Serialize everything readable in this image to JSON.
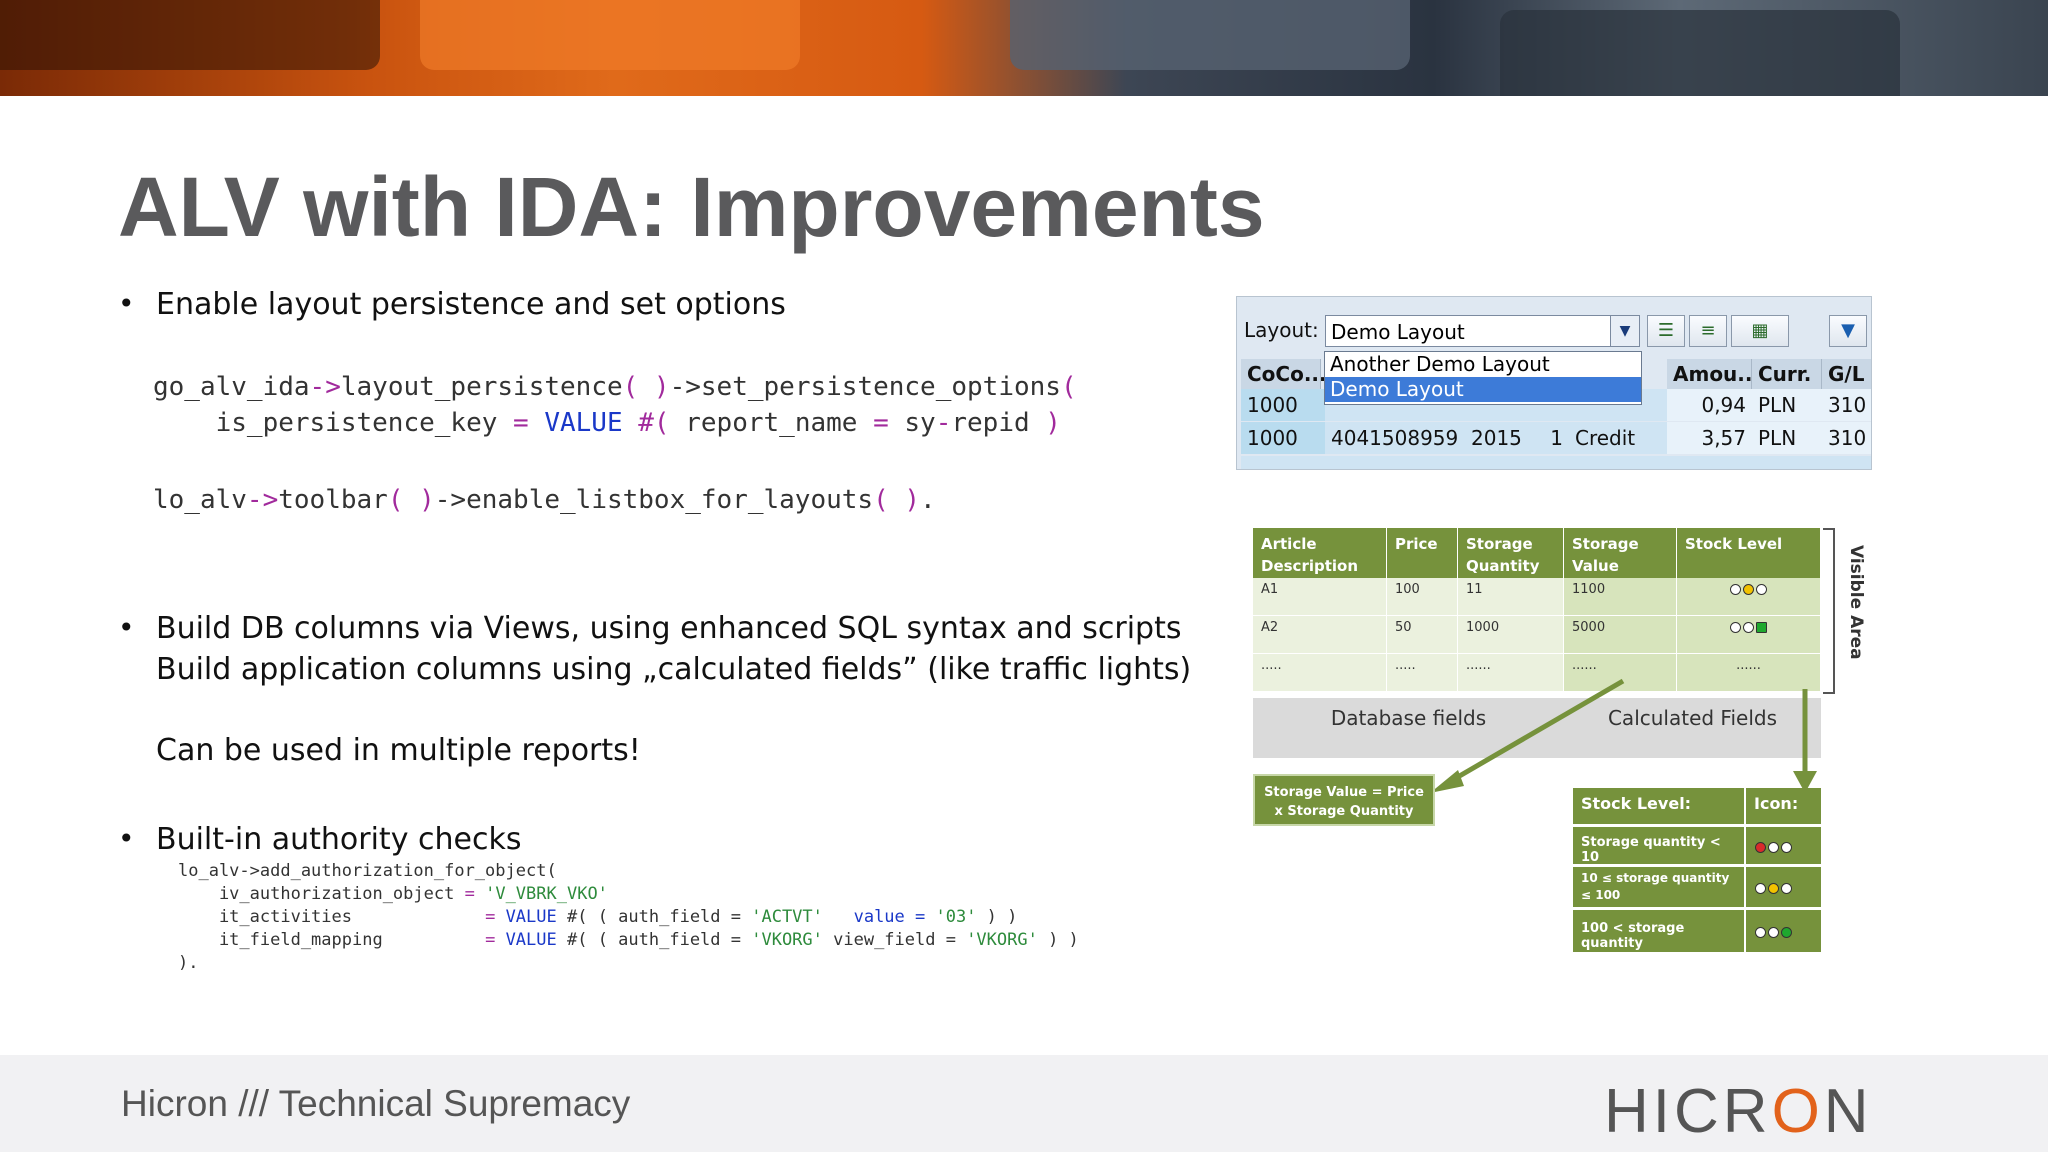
{
  "slide": {
    "title": "ALV with IDA: Improvements",
    "bullets": [
      "Enable layout persistence and set options",
      "Build DB columns via Views, using enhanced SQL syntax and scripts",
      "Build application columns using „calculated fields” (like traffic lights)",
      "Can be used in multiple reports!",
      "Built-in authority checks"
    ],
    "code1": {
      "l1_a": "go_alv_ida",
      "l1_arrow": "->",
      "l1_b": "layout_persistence",
      "l1_p1": "( )",
      "l1_c": "->set_persistence_options",
      "l1_p2": "(",
      "l2_a": "    is_persistence_key",
      "l2_eq": " = ",
      "l2_kw": "VALUE",
      "l2_hash": " #(",
      "l2_b": " report_name ",
      "l2_eq2": "=",
      "l2_c": " sy",
      "l2_dash": "-",
      "l2_d": "repid ",
      "l2_close": ")"
    },
    "code2": {
      "a": "lo_alv",
      "arrow": "->",
      "b": "toolbar",
      "p1": "( )",
      "c": "->enable_listbox_for_layouts",
      "p2": "( )",
      "end": "."
    },
    "code3": [
      "lo_alv->add_authorization_for_object(",
      "    iv_authorization_object",
      "    it_activities",
      "    it_field_mapping",
      ")."
    ],
    "code3_vals": {
      "obj": "'V_VBRK_VKO'",
      "act_a": "VALUE",
      "act_b": "#( ( auth_field = ",
      "act_c": "'ACTVT'",
      "act_d": "   value = ",
      "act_e": "'03'",
      "act_f": " ) )",
      "map_a": "VALUE",
      "map_b": "#( ( auth_field = ",
      "map_c": "'VKORG'",
      "map_d": " view_field = ",
      "map_e": "'VKORG'",
      "map_f": " ) )",
      "eq": "="
    }
  },
  "sap": {
    "layout_label": "Layout:",
    "combo_value": "Demo Layout",
    "dropdown": [
      "Another Demo Layout",
      "Demo Layout"
    ],
    "headers": [
      "CoCo...",
      "Amou...",
      "Curr.",
      "G/L"
    ],
    "rows": [
      [
        "1000",
        "0,94",
        "PLN",
        "310"
      ],
      [
        "1000",
        "4041508959",
        "2015",
        "1",
        "Credit",
        "3,57",
        "PLN",
        "310"
      ]
    ]
  },
  "diagram": {
    "headers": [
      "Article Description",
      "Price",
      "Storage Quantity",
      "Storage Value",
      "Stock Level"
    ],
    "rows": [
      [
        "A1",
        "100",
        "11",
        "1100"
      ],
      [
        "A2",
        "50",
        "1000",
        "5000"
      ],
      [
        ".....",
        ".....",
        "......",
        "......",
        "......"
      ]
    ],
    "visible_area": "Visible Area",
    "database_fields": "Database fields",
    "calculated_fields": "Calculated Fields",
    "formula": "Storage Value = Price x Storage Quantity",
    "legend_headers": [
      "Stock Level:",
      "Icon:"
    ],
    "legend_rows": [
      "Storage quantity < 10",
      "10 ≤ storage quantity ≤ 100",
      "100 < storage quantity"
    ]
  },
  "footer": {
    "text": "Hicron /// Technical Supremacy",
    "logo_a": "HICR",
    "logo_o": "O",
    "logo_b": "N"
  }
}
